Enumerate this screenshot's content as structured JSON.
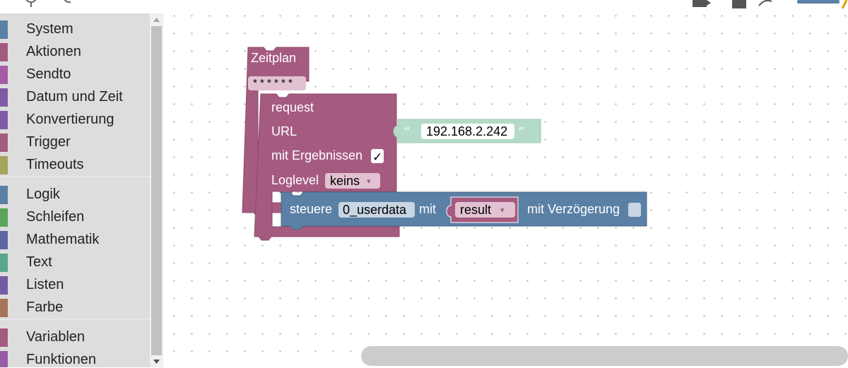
{
  "toolbox": {
    "categories": [
      {
        "label": "System",
        "color": "#5b80a5"
      },
      {
        "label": "Aktionen",
        "color": "#a55b80"
      },
      {
        "label": "Sendto",
        "color": "#a55ba5"
      },
      {
        "label": "Datum und Zeit",
        "color": "#805ba5"
      },
      {
        "label": "Konvertierung",
        "color": "#805ba5"
      },
      {
        "label": "Trigger",
        "color": "#a55b80"
      },
      {
        "label": "Timeouts",
        "color": "#a5a55b"
      },
      {
        "label": "Logik",
        "color": "#5b80a5"
      },
      {
        "label": "Schleifen",
        "color": "#5ba55b"
      },
      {
        "label": "Mathematik",
        "color": "#5b67a5"
      },
      {
        "label": "Text",
        "color": "#5ba58c"
      },
      {
        "label": "Listen",
        "color": "#745ba5"
      },
      {
        "label": "Farbe",
        "color": "#a5745b"
      },
      {
        "label": "Variablen",
        "color": "#a55b80"
      },
      {
        "label": "Funktionen",
        "color": "#995ba5"
      }
    ]
  },
  "blocks": {
    "schedule": {
      "title": "Zeitplan",
      "cron": "* * * * * *",
      "color": "#a55b80"
    },
    "request": {
      "title": "request",
      "url_label": "URL",
      "url_value": "192.168.2.242",
      "open_quote": "“",
      "close_quote": "”",
      "results_label": "mit Ergebnissen",
      "results_checked": "✓",
      "loglevel_label": "Loglevel",
      "loglevel_value": "keins",
      "color": "#a55b80",
      "text_color": "#b4dbc8"
    },
    "control": {
      "label": "steuere",
      "object": "0_userdata",
      "with_label": "mit",
      "value": "result",
      "delay_label": "mit Verzögerung",
      "color": "#5b80a5"
    },
    "dropdown_arrow": "▾"
  }
}
